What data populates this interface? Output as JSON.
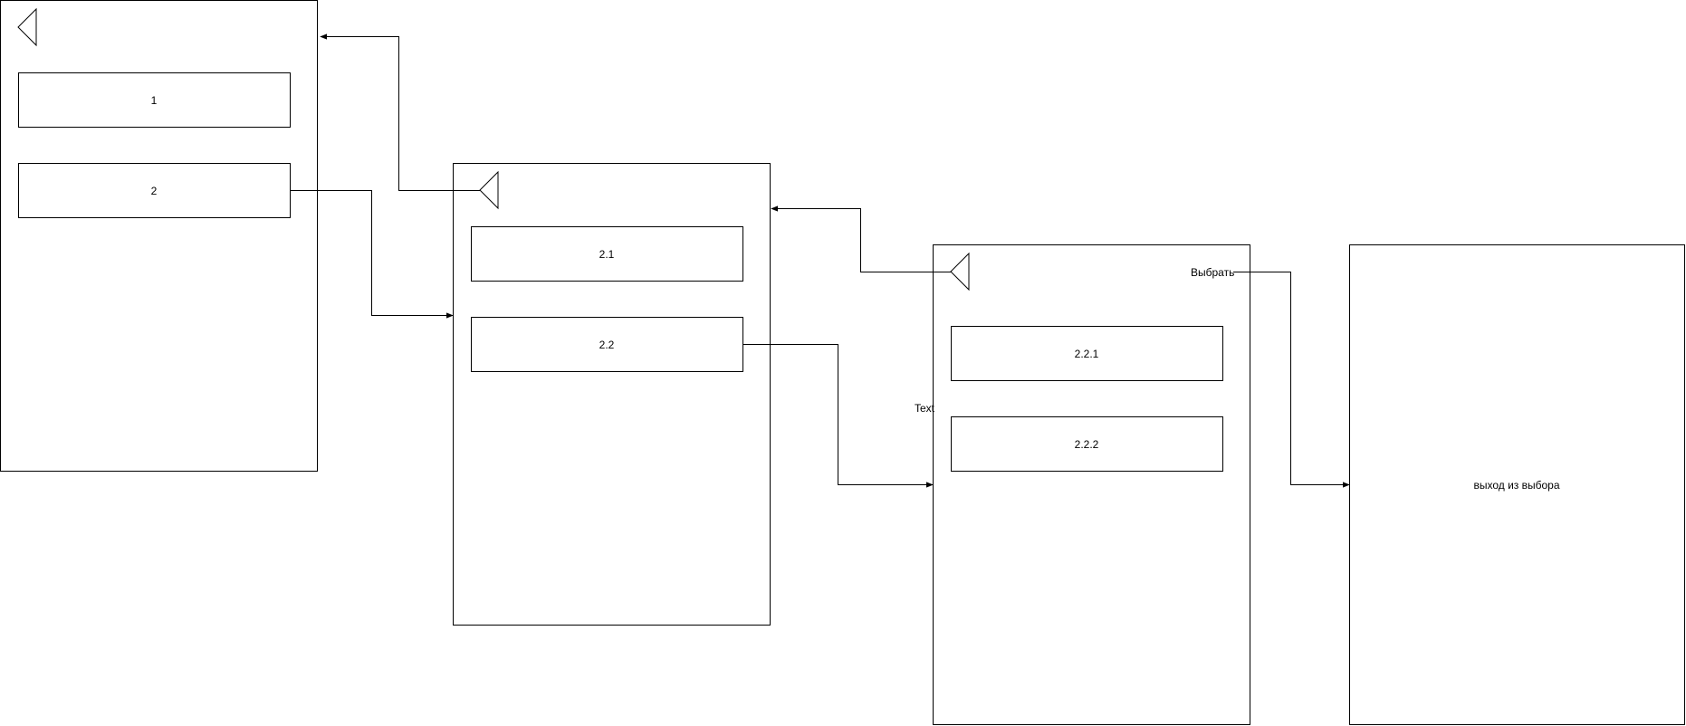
{
  "screens": [
    {
      "id": "screen-1",
      "items": [
        {
          "label": "1"
        },
        {
          "label": "2"
        }
      ]
    },
    {
      "id": "screen-2",
      "items": [
        {
          "label": "2.1"
        },
        {
          "label": "2.2"
        }
      ]
    },
    {
      "id": "screen-3",
      "select_label": "Выбрать",
      "side_text": "Text",
      "items": [
        {
          "label": "2.2.1"
        },
        {
          "label": "2.2.2"
        }
      ]
    },
    {
      "id": "screen-4",
      "exit_label": "выход из выбора"
    }
  ],
  "colors": {
    "stroke": "#000000",
    "background": "#ffffff"
  },
  "icons": {
    "back": "back-triangle-icon"
  }
}
